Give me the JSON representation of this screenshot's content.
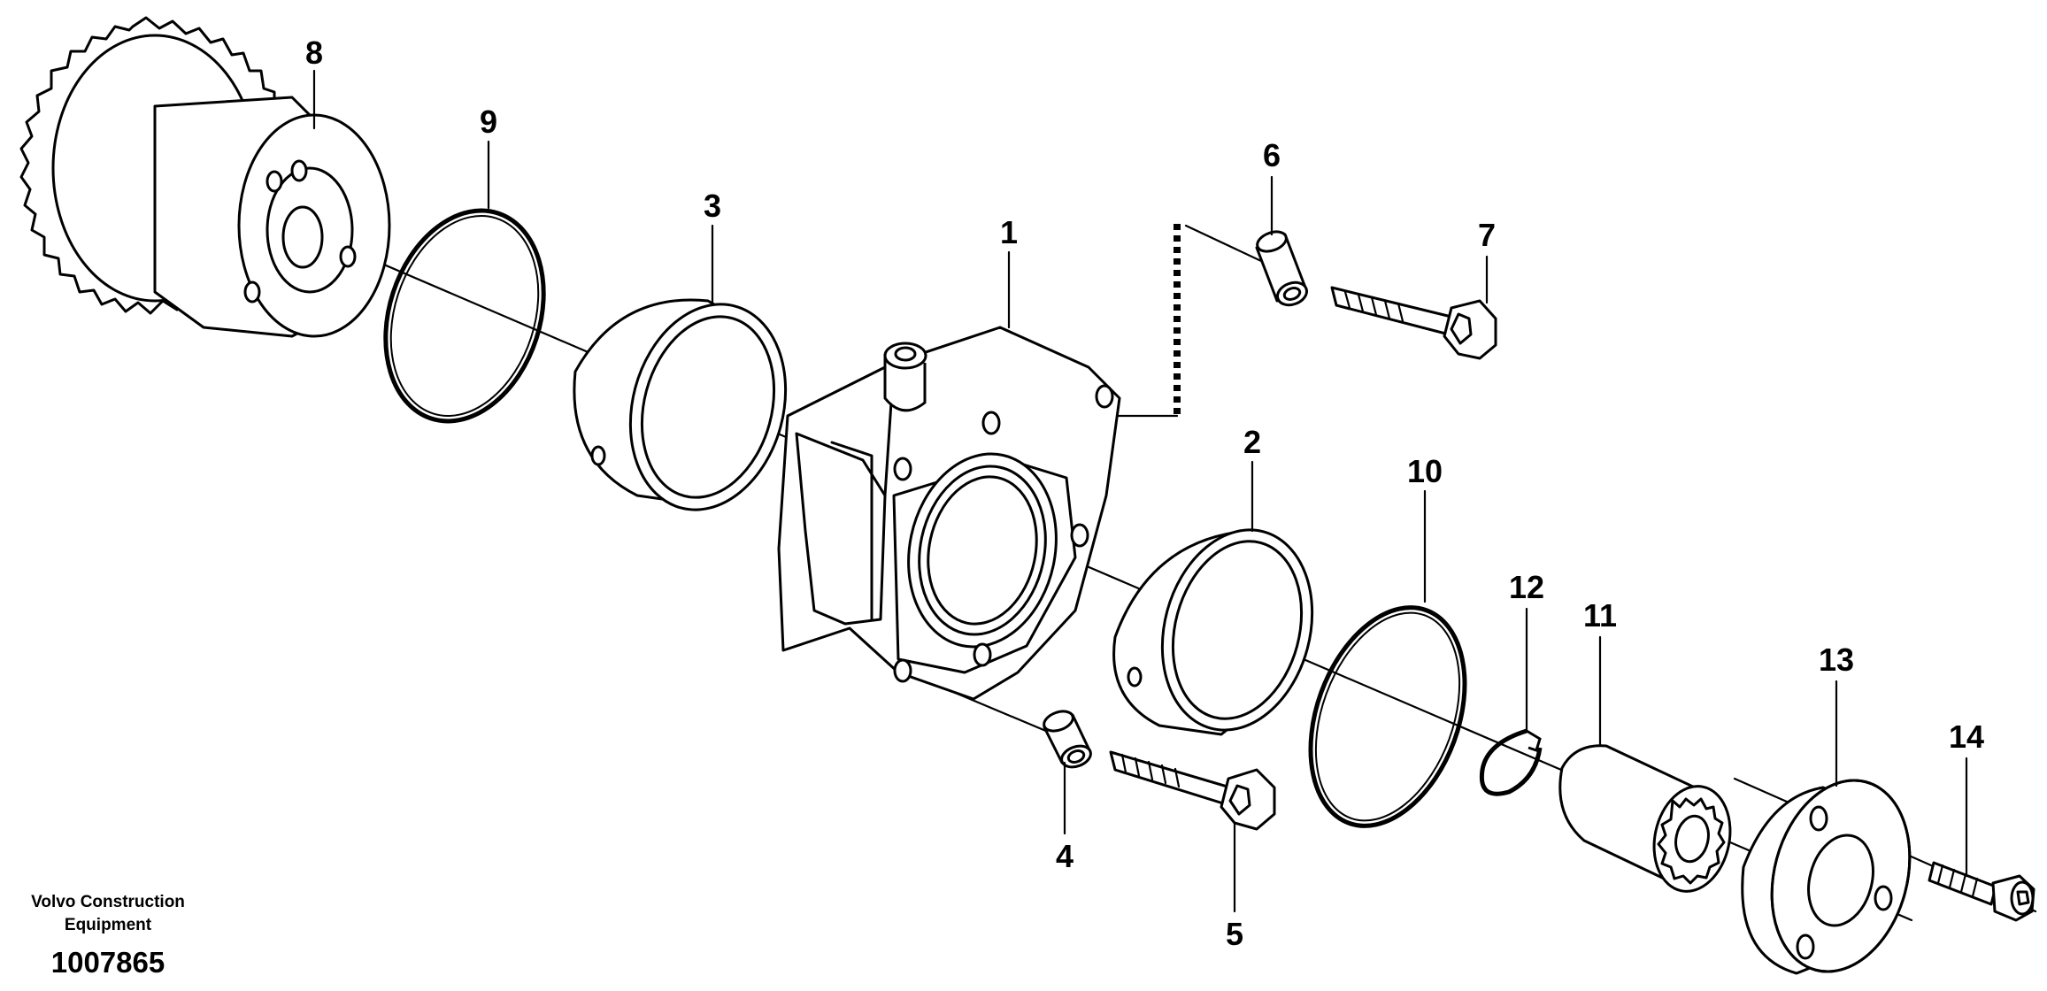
{
  "diagram": {
    "callouts": {
      "c1": "1",
      "c2": "2",
      "c3": "3",
      "c4": "4",
      "c5": "5",
      "c6": "6",
      "c7": "7",
      "c8": "8",
      "c9": "9",
      "c10": "10",
      "c11": "11",
      "c12": "12",
      "c13": "13",
      "c14": "14"
    },
    "footer": {
      "brand_line1": "Volvo Construction",
      "brand_line2": "Equipment",
      "drawing_id": "1007865"
    }
  }
}
